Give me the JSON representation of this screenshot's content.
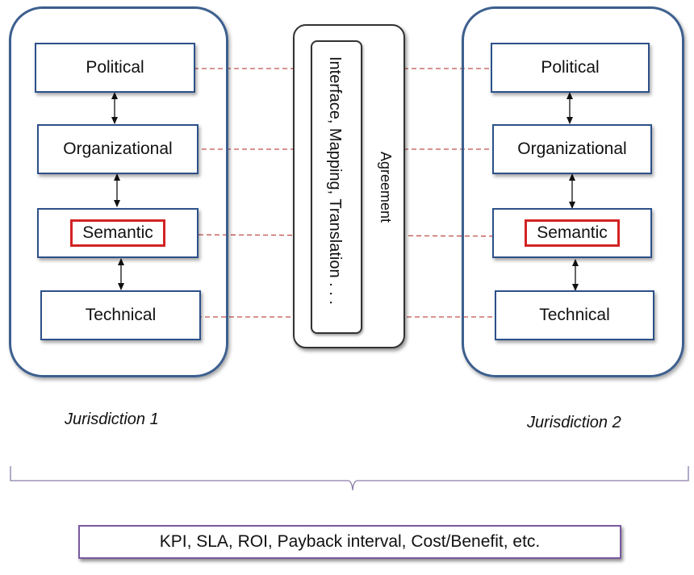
{
  "jurisdiction_1": {
    "label": "Jurisdiction 1",
    "layers": {
      "political": "Political",
      "organizational": "Organizational",
      "semantic": "Semantic",
      "technical": "Technical"
    }
  },
  "jurisdiction_2": {
    "label": "Jurisdiction 2",
    "layers": {
      "political": "Political",
      "organizational": "Organizational",
      "semantic": "Semantic",
      "technical": "Technical"
    }
  },
  "agreement": {
    "outer_label": "Agreement",
    "inner_label": "Interface, Mapping, Translation . . ."
  },
  "summary_text": "KPI, SLA, ROI, Payback interval, Cost/Benefit, etc.",
  "colors": {
    "box_border": "#2c5089",
    "highlight_border": "#d22323",
    "dashed_arrow": "#c0504d",
    "brace": "#8a7ca8"
  }
}
